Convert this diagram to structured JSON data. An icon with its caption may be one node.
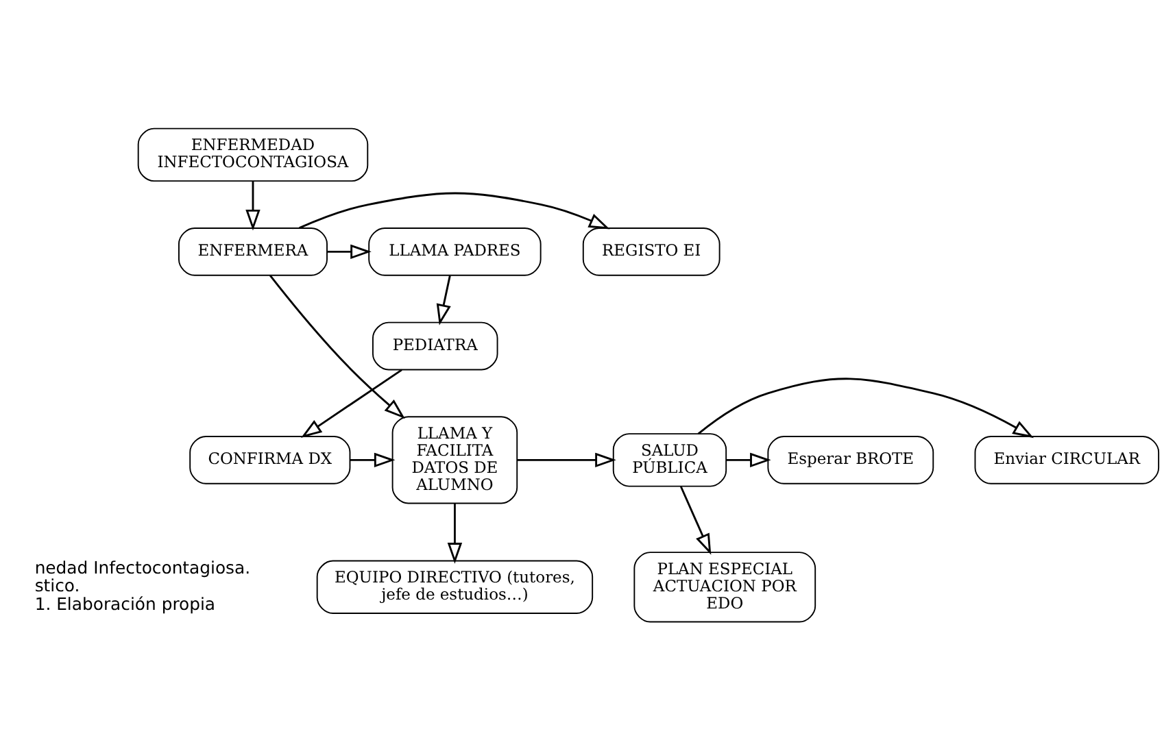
{
  "diagram": {
    "nodes": [
      {
        "text": [
          "ENFERMEDAD INFECTOCONTAGIOSA"
        ]
      },
      {
        "text": [
          "LLAMA PADRES"
        ]
      },
      {
        "text": [
          "ENFERMERA"
        ]
      },
      {
        "text": [
          "REGISTO EI"
        ]
      },
      {
        "text": [
          "PEDIATRA"
        ]
      },
      {
        "text": [
          "EQUIPO DIRECTIVO (tutores, jefe de estudios…)"
        ]
      },
      {
        "text": [
          "CONFIRMA DX"
        ]
      },
      {
        "text": [
          "LLAMA Y FACILITA DATOS DE ALUMNO"
        ]
      },
      {
        "text": [
          "SALUD PÚBLICA"
        ]
      },
      {
        "text": [
          "Esperar BROTE"
        ]
      },
      {
        "text": [
          "Enviar CIRCULAR"
        ]
      },
      {
        "text": [
          "PLAN ESPECIAL ACTUACION POR EDO"
        ]
      }
    ],
    "edges": [
      {
        "from": 0,
        "to": 2,
        "arrow": "to"
      },
      {
        "from": 2,
        "to": 1,
        "arrow": "to"
      },
      {
        "from": 2,
        "to": 3,
        "arrow": "to"
      },
      {
        "from": 1,
        "to": 4,
        "arrow": "to"
      },
      {
        "from": 4,
        "to": 6,
        "arrow": "to"
      },
      {
        "from": 2,
        "to": 7,
        "arrow": "to"
      },
      {
        "from": 6,
        "to": 7,
        "arrow": "to"
      },
      {
        "from": 7,
        "to": 5,
        "arrow": "to"
      },
      {
        "from": 7,
        "to": 8,
        "arrow": "to"
      },
      {
        "from": 8,
        "to": 9,
        "arrow": "to"
      },
      {
        "from": 8,
        "to": 10,
        "arrow": "to"
      },
      {
        "from": 8,
        "to": 11,
        "arrow": "to"
      }
    ],
    "labels": [
      "nedad Infectocontagiosa.",
      "stico.",
      "1. Elaboración propia"
    ]
  }
}
